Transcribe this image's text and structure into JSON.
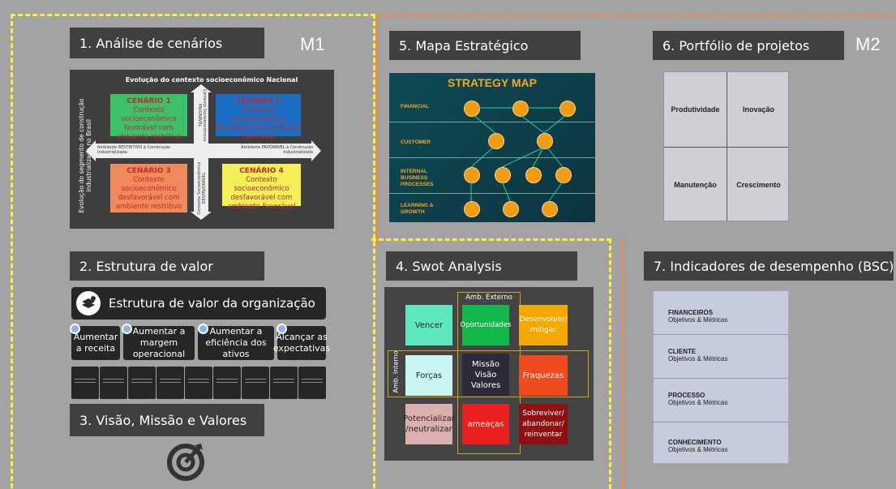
{
  "m1": {
    "label": "M1"
  },
  "m2": {
    "label": "M2"
  },
  "section1": {
    "title": "1. Análise de cenários",
    "thumb": {
      "heading": "Evolução do contexto socioeconômico Nacional",
      "vertical_axis": "Evolução do segmento de construção industrializada no Brasil",
      "left_axis": "Ambiente RESTRITIVO à Construção Industrializada",
      "right_axis": "Ambiente FAVORÁVEL à Construção Industrializada",
      "top_axis": "Contexto Socioeconômico FAVORÁVEL",
      "bottom_axis": "Contexto Socioeconômico DESFAVORÁVEL",
      "scenarios": [
        {
          "title": "CENÁRIO 1",
          "text": "Contexto socioeconômico favorável com ambiente restritivo",
          "color": "#3cc16a"
        },
        {
          "title": "CENÁRIO 2",
          "text": "Contexto socioeconômico favorável com ambiente Favorável",
          "color": "#1a6fc4"
        },
        {
          "title": "CENÁRIO 3",
          "text": "Contexto socioeconômico desfavorável com ambiente restritivo",
          "color": "#f08a5d"
        },
        {
          "title": "CENÁRIO 4",
          "text": "Contexto socioeconômico desfavorável com ambiente Favorável",
          "color": "#f5ef5a"
        }
      ]
    }
  },
  "section2": {
    "title": "2. Estrutura de valor",
    "banner": "Estrutura de valor da organização",
    "items": [
      "Aumentar a receita",
      "Aumentar a margem operacional",
      "Aumentar a eficiência dos ativos",
      "Alcançar as expectativas"
    ]
  },
  "section3": {
    "title": "3. Visão, Missão e Valores"
  },
  "section4": {
    "title": "4. Swot Analysis",
    "amb_externo": "Amb. Externo",
    "amb_interno": "Amb. Interno",
    "cells": {
      "vencer": "Vencer",
      "oportunidades": "Oportunidades",
      "desenvolver": "Desenvolver/ mitigar",
      "forcas": "Forças",
      "missao": "Missão Visão Valores",
      "fraquezas": "Fraquezas",
      "potencializar": "Potencializar /neutralizar",
      "ameacas": "ameaças",
      "sobreviver": "Sobreviver/ abandonar/ reinventar"
    }
  },
  "section5": {
    "title": "5. Mapa Estratégico",
    "thumb": {
      "heading": "STRATEGY MAP",
      "rows": [
        "FINANCIAL",
        "CUSTOMER",
        "INTERNAL BUSINESS PROCESSES",
        "LEARNING & GROWTH"
      ]
    }
  },
  "section6": {
    "title": "6. Portfólio de projetos",
    "cells": [
      "Produtividade",
      "Inovação",
      "Manutenção",
      "Crescimento"
    ]
  },
  "section7": {
    "title": "7. Indicadores de desempenho (BSC)",
    "rows": [
      {
        "title": "FINANCEIROS",
        "sub": "Objetivos & Métricas"
      },
      {
        "title": "CLIENTE",
        "sub": "Objetivos & Métricas"
      },
      {
        "title": "PROCESSO",
        "sub": "Objetivos & Métricas"
      },
      {
        "title": "CONHECIMENTO",
        "sub": "Objetivos & Métricas"
      }
    ]
  },
  "colors": {
    "yellow_dash": "#ffef3a",
    "orange_dash": "#f5894a",
    "header_bg": "#404040"
  }
}
